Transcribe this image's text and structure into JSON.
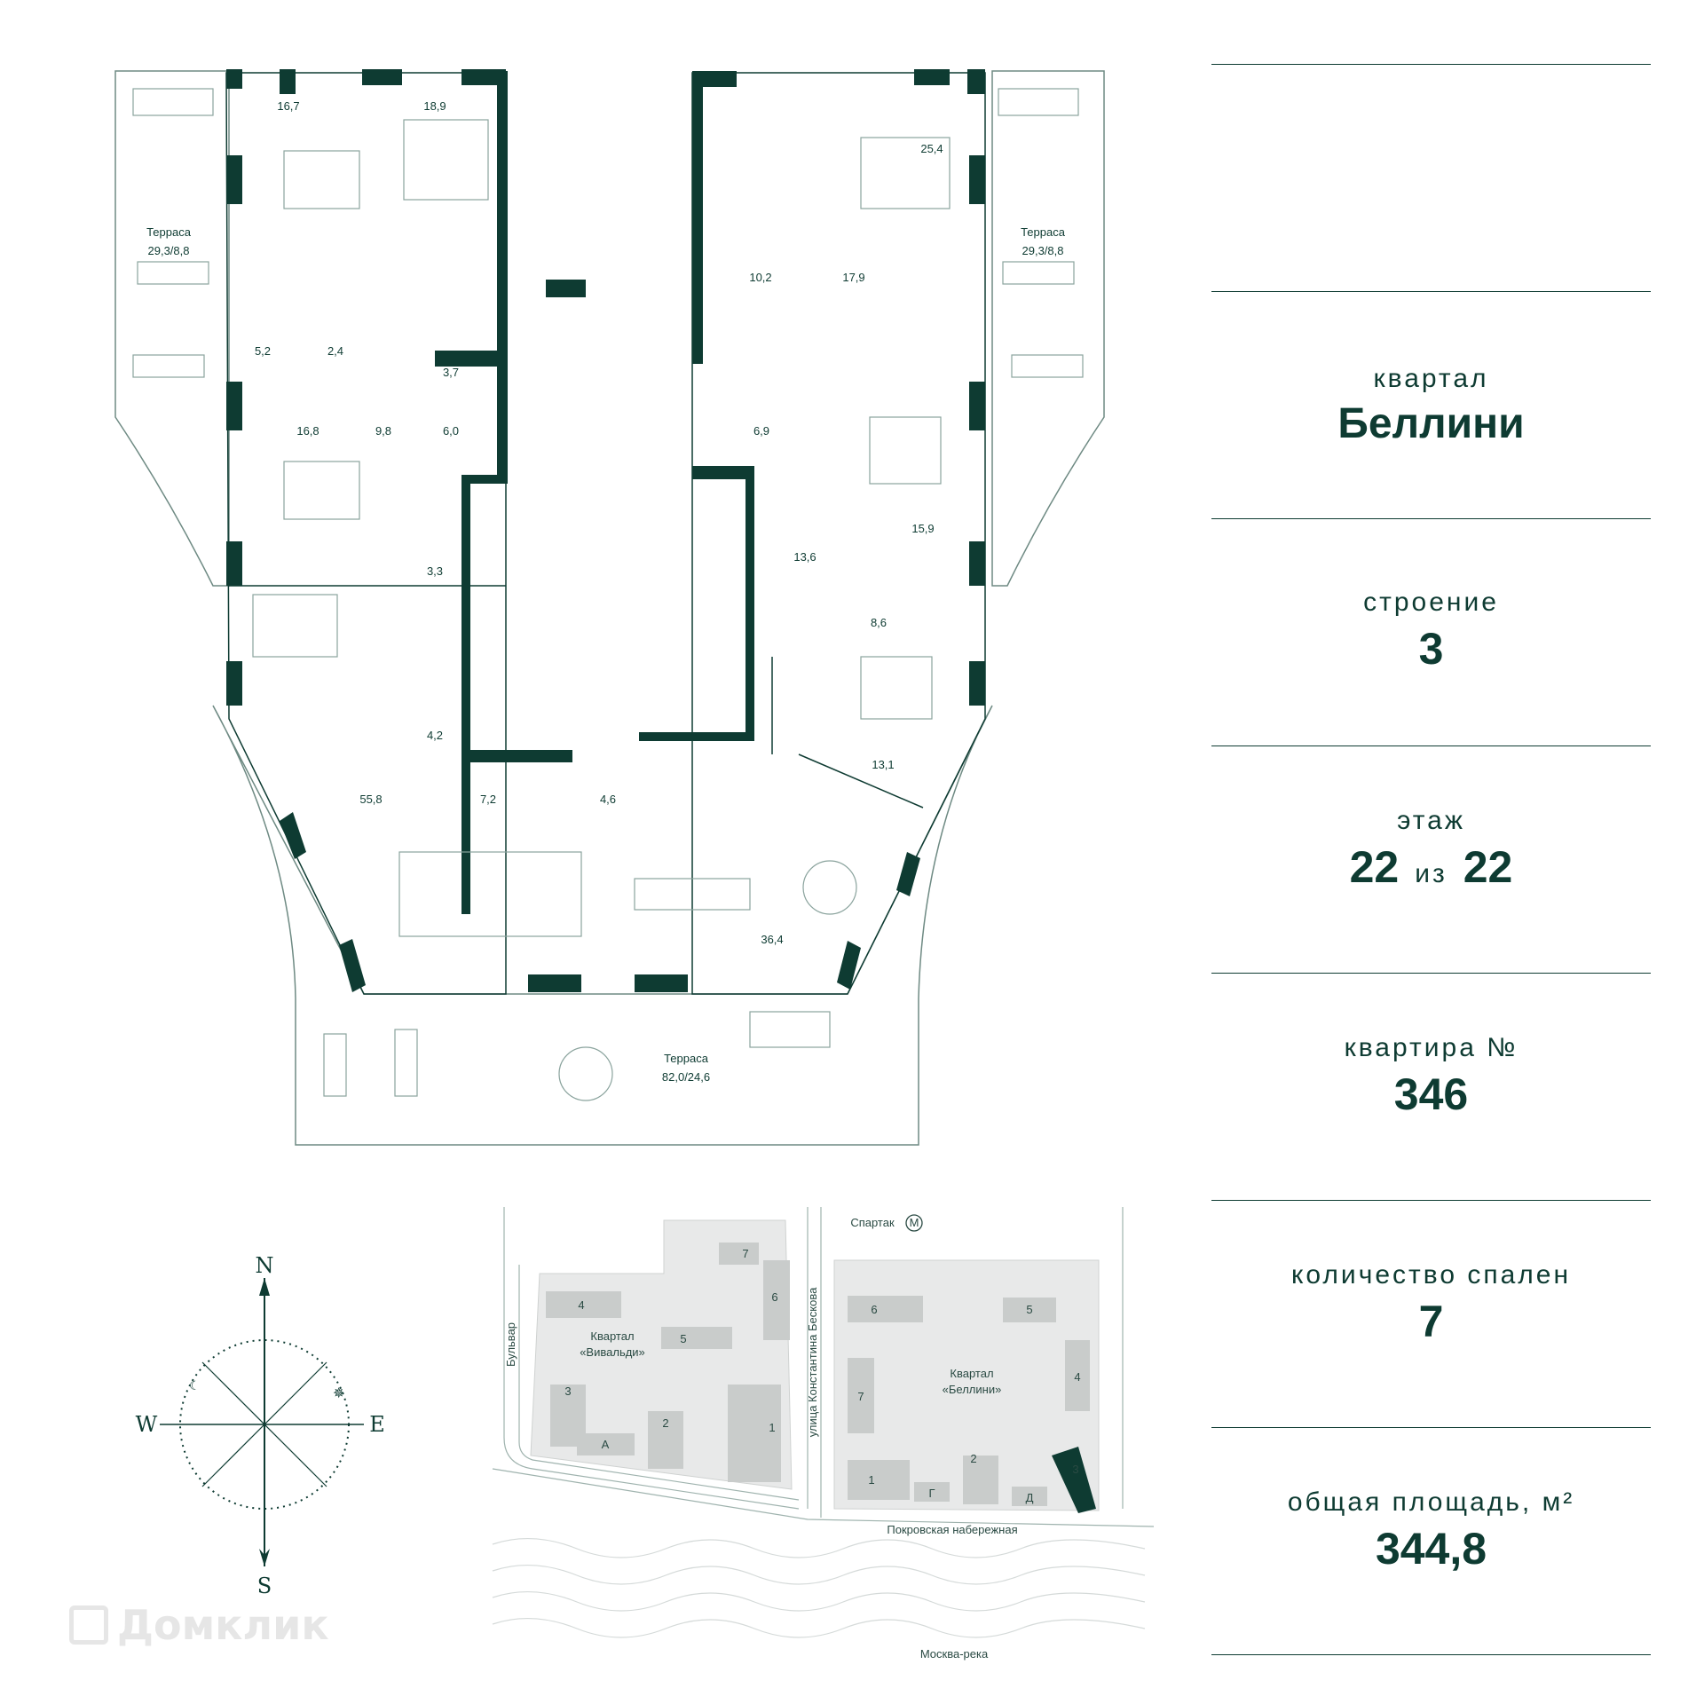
{
  "plan": {
    "rooms": [
      "16,7",
      "18,9",
      "25,4",
      "10,2",
      "17,9",
      "5,2",
      "2,4",
      "3,7",
      "6,0",
      "9,8",
      "16,8",
      "6,9",
      "15,9",
      "13,6",
      "3,3",
      "8,6",
      "4,2",
      "13,1",
      "7,2",
      "4,6",
      "55,8",
      "36,4"
    ],
    "terraces": [
      {
        "name": "Терраса",
        "area": "29,3/8,8"
      },
      {
        "name": "Терраса",
        "area": "29,3/8,8"
      },
      {
        "name": "Терраса",
        "area": "82,0/24,6"
      }
    ]
  },
  "compass": {
    "n": "N",
    "s": "S",
    "w": "W",
    "e": "E"
  },
  "site_map": {
    "metro": "Спартак",
    "metro_symbol": "М",
    "boulevard": "Бульвар",
    "street": "улица Константина Бескова",
    "embankment": "Покровская набережная",
    "river": "Москва-река",
    "quarter_vivaldi": [
      "Квартал",
      "«Вивальди»"
    ],
    "quarter_bellini": [
      "Квартал",
      "«Беллини»"
    ],
    "vivaldi_buildings": [
      "7",
      "6",
      "4",
      "5",
      "3",
      "2",
      "1",
      "А"
    ],
    "bellini_buildings": [
      "6",
      "5",
      "4",
      "7",
      "1",
      "Г",
      "2",
      "Д",
      "3"
    ]
  },
  "info": {
    "quarter_label": "квартал",
    "quarter_value": "Беллини",
    "building_label": "строение",
    "building_value": "3",
    "floor_label": "этаж",
    "floor_value": "22",
    "floor_sep": "из",
    "floor_total": "22",
    "apartment_label": "квартира №",
    "apartment_value": "346",
    "bedrooms_label": "количество спален",
    "bedrooms_value": "7",
    "area_label": "общая площадь, м²",
    "area_value": "344,8"
  },
  "watermark": "Домклик",
  "colors": {
    "primary": "#0e3b32",
    "line": "#5f7d76",
    "building": "#c9cccb",
    "highlight": "#0e3b32"
  }
}
